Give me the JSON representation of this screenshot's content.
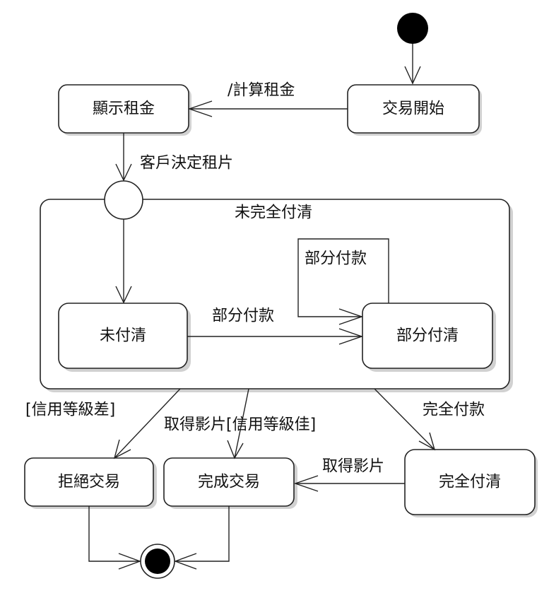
{
  "states": {
    "display_rent": "顯示租金",
    "transaction_start": "交易開始",
    "composite_unpaid": "未完全付清",
    "not_paid": "未付清",
    "partially_paid": "部分付清",
    "reject_transaction": "拒絕交易",
    "complete_transaction": "完成交易",
    "fully_paid": "完全付清"
  },
  "transitions": {
    "calculate_rent": "/計算租金",
    "customer_decides": "客戶決定租片",
    "partial_payment_self": "部分付款",
    "partial_payment": "部分付款",
    "bad_credit": "[信用等級差]",
    "get_film_good_credit": "取得影片[信用等級佳]",
    "full_payment": "完全付款",
    "get_film": "取得影片"
  }
}
